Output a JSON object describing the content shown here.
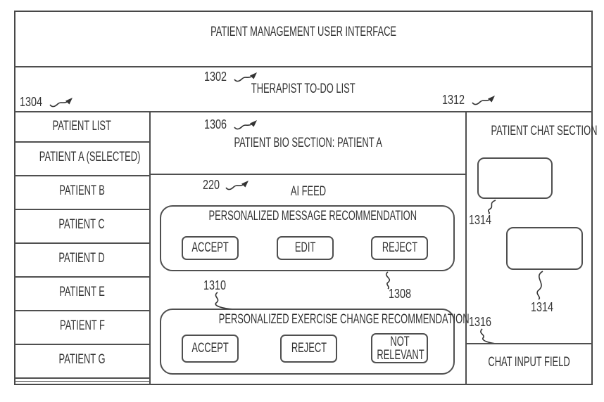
{
  "window": {
    "title": "PATIENT MANAGEMENT USER INTERFACE"
  },
  "todo_bar": {
    "ref": "1302",
    "label": "THERAPIST TO-DO LIST",
    "left_panel_ref": "1304",
    "right_panel_ref": "1312"
  },
  "patient_list": {
    "rows": [
      "PATIENT LIST",
      "PATIENT A (SELECTED)",
      "PATIENT B",
      "PATIENT C",
      "PATIENT D",
      "PATIENT E",
      "PATIENT F",
      "PATIENT G"
    ]
  },
  "bio_section": {
    "ref": "1306",
    "label": "PATIENT BIO SECTION: PATIENT A"
  },
  "ai_feed": {
    "ref": "220",
    "label": "AI FEED",
    "cards": [
      {
        "title": "PERSONALIZED MESSAGE RECOMMENDATION",
        "buttons": [
          "ACCEPT",
          "EDIT",
          "REJECT"
        ],
        "ref": "1308"
      },
      {
        "title": "PERSONALIZED EXERCISE CHANGE RECOMMENDATION",
        "buttons": [
          "ACCEPT",
          "REJECT",
          "NOT RELEVANT"
        ],
        "ref": "1310"
      }
    ]
  },
  "chat": {
    "label": "PATIENT CHAT SECTION",
    "bubbles": [
      {
        "ref": "1314"
      },
      {
        "ref": "1314"
      }
    ],
    "boundary_ref": "1316",
    "input_label": "CHAT INPUT FIELD"
  },
  "colors": {
    "line": "#4f4f4f",
    "text": "#333333",
    "background": "#ffffff"
  }
}
